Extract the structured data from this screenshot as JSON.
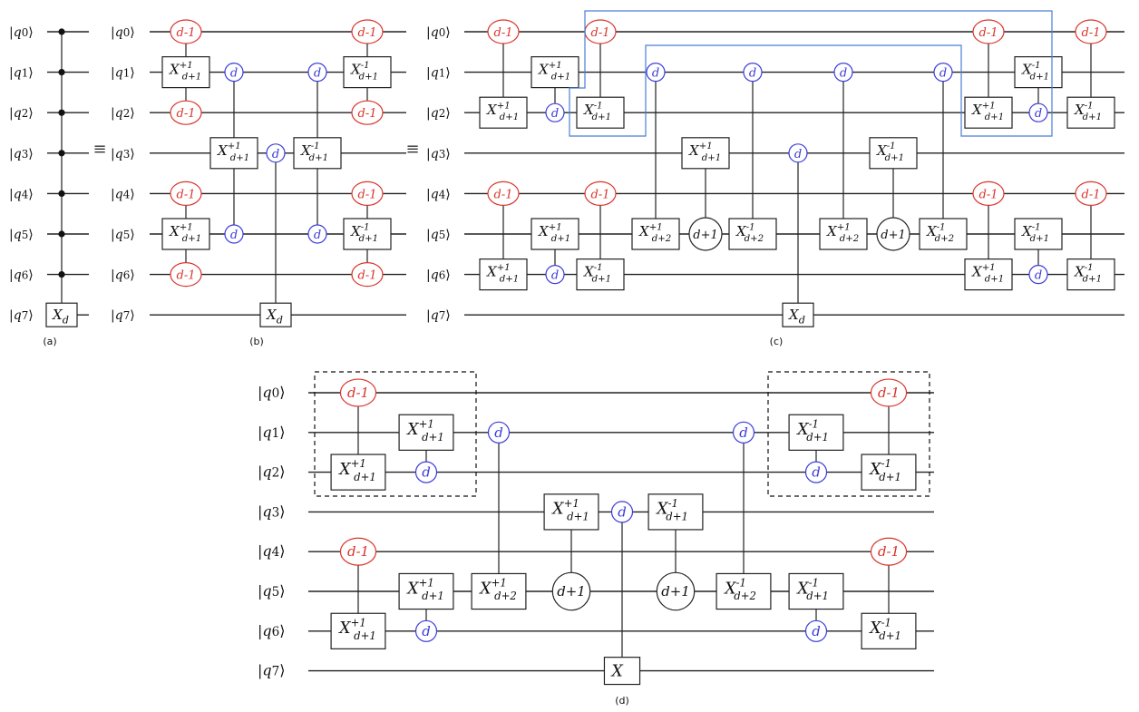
{
  "colors": {
    "red": "#d9342b",
    "blue": "#3b3bd9",
    "black": "#222222",
    "highlight": "#4a7fd4"
  },
  "equiv": "≡",
  "qubit_labels": [
    "q0",
    "q1",
    "q2",
    "q3",
    "q4",
    "q5",
    "q6",
    "q7"
  ],
  "panels": [
    {
      "id": "a",
      "caption": "(a)",
      "gates": [
        {
          "type": "dot",
          "col": 0,
          "qubits": [
            0,
            1,
            2,
            3,
            4,
            5,
            6
          ]
        },
        {
          "type": "vline",
          "col": 0,
          "from": 0,
          "to": 7
        },
        {
          "type": "box",
          "col": 0,
          "q": 7,
          "label": "X_d"
        }
      ]
    },
    {
      "id": "b",
      "caption": "(b)",
      "gates": [
        {
          "type": "red",
          "col": 0,
          "q": 0,
          "label": "d-1"
        },
        {
          "type": "box",
          "col": 0,
          "q": 1,
          "label": "X^{+1}_{d+1}"
        },
        {
          "type": "red",
          "col": 0,
          "q": 2,
          "label": "d-1"
        },
        {
          "type": "vline",
          "col": 0,
          "from": 0,
          "to": 2
        },
        {
          "type": "red",
          "col": 0,
          "q": 4,
          "label": "d-1"
        },
        {
          "type": "box",
          "col": 0,
          "q": 5,
          "label": "X^{+1}_{d+1}"
        },
        {
          "type": "red",
          "col": 0,
          "q": 6,
          "label": "d-1"
        },
        {
          "type": "vline",
          "col": 0,
          "from": 4,
          "to": 6
        },
        {
          "type": "blue",
          "col": 1,
          "q": 1,
          "label": "d"
        },
        {
          "type": "blue",
          "col": 1,
          "q": 5,
          "label": "d"
        },
        {
          "type": "vline",
          "col": 1,
          "from": 1,
          "to": 5
        },
        {
          "type": "box",
          "col": 1.7,
          "q": 3,
          "label": "X^{+1}_{d+1}"
        },
        {
          "type": "blue",
          "col": 2.5,
          "q": 3,
          "label": "d"
        },
        {
          "type": "box",
          "col": 2.5,
          "q": 7,
          "label": "X_d"
        },
        {
          "type": "vline",
          "col": 2.5,
          "from": 3,
          "to": 7
        },
        {
          "type": "box",
          "col": 3.3,
          "q": 3,
          "label": "X^{-1}_{d+1}"
        },
        {
          "type": "blue",
          "col": 4,
          "q": 1,
          "label": "d"
        },
        {
          "type": "blue",
          "col": 4,
          "q": 5,
          "label": "d"
        },
        {
          "type": "vline",
          "col": 4,
          "from": 1,
          "to": 5
        },
        {
          "type": "red",
          "col": 5,
          "q": 0,
          "label": "d-1"
        },
        {
          "type": "box",
          "col": 5,
          "q": 1,
          "label": "X^{-1}_{d+1}"
        },
        {
          "type": "red",
          "col": 5,
          "q": 2,
          "label": "d-1"
        },
        {
          "type": "vline",
          "col": 5,
          "from": 0,
          "to": 2
        },
        {
          "type": "red",
          "col": 5,
          "q": 4,
          "label": "d-1"
        },
        {
          "type": "box",
          "col": 5,
          "q": 5,
          "label": "X^{-1}_{d+1}"
        },
        {
          "type": "red",
          "col": 5,
          "q": 6,
          "label": "d-1"
        },
        {
          "type": "vline",
          "col": 5,
          "from": 4,
          "to": 6
        }
      ]
    },
    {
      "id": "c",
      "caption": "(c)",
      "gates": [
        {
          "type": "red",
          "col": 0,
          "q": 0,
          "label": "d-1"
        },
        {
          "type": "box",
          "col": 0,
          "q": 2,
          "label": "X^{+1}_{d+1}"
        },
        {
          "type": "vline",
          "col": 0,
          "from": 0,
          "to": 2
        },
        {
          "type": "red",
          "col": 0,
          "q": 4,
          "label": "d-1"
        },
        {
          "type": "box",
          "col": 0,
          "q": 6,
          "label": "X^{+1}_{d+1}"
        },
        {
          "type": "vline",
          "col": 0,
          "from": 4,
          "to": 6
        },
        {
          "type": "box",
          "col": 1,
          "q": 1,
          "label": "X^{+1}_{d+1}"
        },
        {
          "type": "blue",
          "col": 1,
          "q": 2,
          "label": "d"
        },
        {
          "type": "vline",
          "col": 1,
          "from": 1,
          "to": 2
        },
        {
          "type": "box",
          "col": 1,
          "q": 5,
          "label": "X^{+1}_{d+1}"
        },
        {
          "type": "blue",
          "col": 1,
          "q": 6,
          "label": "d"
        },
        {
          "type": "vline",
          "col": 1,
          "from": 5,
          "to": 6
        },
        {
          "type": "red",
          "col": 2,
          "q": 0,
          "label": "d-1"
        },
        {
          "type": "box",
          "col": 2,
          "q": 2,
          "label": "X^{-1}_{d+1}"
        },
        {
          "type": "vline",
          "col": 2,
          "from": 0,
          "to": 2
        },
        {
          "type": "red",
          "col": 2,
          "q": 4,
          "label": "d-1"
        },
        {
          "type": "box",
          "col": 2,
          "q": 6,
          "label": "X^{-1}_{d+1}"
        },
        {
          "type": "vline",
          "col": 2,
          "from": 4,
          "to": 6
        },
        {
          "type": "blue",
          "col": 3,
          "q": 1,
          "label": "d"
        },
        {
          "type": "box",
          "col": 3,
          "q": 5,
          "label": "X^{+1}_{d+2}"
        },
        {
          "type": "vline",
          "col": 3,
          "from": 1,
          "to": 5
        },
        {
          "type": "box",
          "col": 4,
          "q": 3,
          "label": "X^{+1}_{d+1}"
        },
        {
          "type": "blk",
          "col": 4,
          "q": 5,
          "label": "d+1"
        },
        {
          "type": "vline",
          "col": 4,
          "from": 3,
          "to": 5
        },
        {
          "type": "blue",
          "col": 5,
          "q": 1,
          "label": "d"
        },
        {
          "type": "box",
          "col": 5,
          "q": 5,
          "label": "X^{-1}_{d+2}"
        },
        {
          "type": "vline",
          "col": 5,
          "from": 1,
          "to": 5
        },
        {
          "type": "blue",
          "col": 6,
          "q": 3,
          "label": "d"
        },
        {
          "type": "box",
          "col": 6,
          "q": 7,
          "label": "X_d"
        },
        {
          "type": "vline",
          "col": 6,
          "from": 3,
          "to": 7
        },
        {
          "type": "blue",
          "col": 7,
          "q": 1,
          "label": "d"
        },
        {
          "type": "box",
          "col": 7,
          "q": 5,
          "label": "X^{+1}_{d+2}"
        },
        {
          "type": "vline",
          "col": 7,
          "from": 1,
          "to": 5
        },
        {
          "type": "box",
          "col": 8,
          "q": 3,
          "label": "X^{-1}_{d+1}"
        },
        {
          "type": "blk",
          "col": 8,
          "q": 5,
          "label": "d+1"
        },
        {
          "type": "vline",
          "col": 8,
          "from": 3,
          "to": 5
        },
        {
          "type": "blue",
          "col": 9,
          "q": 1,
          "label": "d"
        },
        {
          "type": "box",
          "col": 9,
          "q": 5,
          "label": "X^{-1}_{d+2}"
        },
        {
          "type": "vline",
          "col": 9,
          "from": 1,
          "to": 5
        },
        {
          "type": "red",
          "col": 10,
          "q": 0,
          "label": "d-1"
        },
        {
          "type": "box",
          "col": 10,
          "q": 2,
          "label": "X^{+1}_{d+1}"
        },
        {
          "type": "vline",
          "col": 10,
          "from": 0,
          "to": 2
        },
        {
          "type": "red",
          "col": 10,
          "q": 4,
          "label": "d-1"
        },
        {
          "type": "box",
          "col": 10,
          "q": 6,
          "label": "X^{+1}_{d+1}"
        },
        {
          "type": "vline",
          "col": 10,
          "from": 4,
          "to": 6
        },
        {
          "type": "box",
          "col": 11,
          "q": 1,
          "label": "X^{-1}_{d+1}"
        },
        {
          "type": "blue",
          "col": 11,
          "q": 2,
          "label": "d"
        },
        {
          "type": "vline",
          "col": 11,
          "from": 1,
          "to": 2
        },
        {
          "type": "box",
          "col": 11,
          "q": 5,
          "label": "X^{-1}_{d+1}"
        },
        {
          "type": "blue",
          "col": 11,
          "q": 6,
          "label": "d"
        },
        {
          "type": "vline",
          "col": 11,
          "from": 5,
          "to": 6
        },
        {
          "type": "red",
          "col": 12,
          "q": 0,
          "label": "d-1"
        },
        {
          "type": "box",
          "col": 12,
          "q": 2,
          "label": "X^{-1}_{d+1}"
        },
        {
          "type": "vline",
          "col": 12,
          "from": 0,
          "to": 2
        },
        {
          "type": "red",
          "col": 12,
          "q": 4,
          "label": "d-1"
        },
        {
          "type": "box",
          "col": 12,
          "q": 6,
          "label": "X^{-1}_{d+1}"
        },
        {
          "type": "vline",
          "col": 12,
          "from": 4,
          "to": 6
        }
      ]
    },
    {
      "id": "d",
      "caption": "(d)",
      "gates": [
        {
          "type": "red",
          "col": 0,
          "q": 0,
          "label": "d-1"
        },
        {
          "type": "box",
          "col": 0,
          "q": 2,
          "label": "X^{+1}_{d+1}"
        },
        {
          "type": "vline",
          "col": 0,
          "from": 0,
          "to": 2
        },
        {
          "type": "box",
          "col": 1,
          "q": 1,
          "label": "X^{+1}_{d+1}"
        },
        {
          "type": "blue",
          "col": 1,
          "q": 2,
          "label": "d"
        },
        {
          "type": "vline",
          "col": 1,
          "from": 1,
          "to": 2
        },
        {
          "type": "red",
          "col": 0,
          "q": 4,
          "label": "d-1"
        },
        {
          "type": "box",
          "col": 0,
          "q": 6,
          "label": "X^{+1}_{d+1}"
        },
        {
          "type": "vline",
          "col": 0,
          "from": 4,
          "to": 6
        },
        {
          "type": "box",
          "col": 1,
          "q": 5,
          "label": "X^{+1}_{d+1}"
        },
        {
          "type": "blue",
          "col": 1,
          "q": 6,
          "label": "d"
        },
        {
          "type": "vline",
          "col": 1,
          "from": 5,
          "to": 6
        },
        {
          "type": "blue",
          "col": 2,
          "q": 1,
          "label": "d"
        },
        {
          "type": "box",
          "col": 2,
          "q": 5,
          "label": "X^{+1}_{d+2}"
        },
        {
          "type": "vline",
          "col": 2,
          "from": 1,
          "to": 5
        },
        {
          "type": "box",
          "col": 3,
          "q": 3,
          "label": "X^{+1}_{d+1}"
        },
        {
          "type": "blk",
          "col": 3,
          "q": 5,
          "label": "d+1"
        },
        {
          "type": "vline",
          "col": 3,
          "from": 3,
          "to": 5
        },
        {
          "type": "blue",
          "col": 4,
          "q": 3,
          "label": "d"
        },
        {
          "type": "box",
          "col": 4,
          "q": 7,
          "label": "X"
        },
        {
          "type": "vline",
          "col": 4,
          "from": 3,
          "to": 7
        },
        {
          "type": "box",
          "col": 5,
          "q": 3,
          "label": "X^{-1}_{d+1}"
        },
        {
          "type": "blk",
          "col": 5,
          "q": 5,
          "label": "d+1"
        },
        {
          "type": "vline",
          "col": 5,
          "from": 3,
          "to": 5
        },
        {
          "type": "blue",
          "col": 6,
          "q": 1,
          "label": "d"
        },
        {
          "type": "box",
          "col": 6,
          "q": 5,
          "label": "X^{-1}_{d+2}"
        },
        {
          "type": "vline",
          "col": 6,
          "from": 1,
          "to": 5
        },
        {
          "type": "box",
          "col": 7,
          "q": 1,
          "label": "X^{-1}_{d+1}"
        },
        {
          "type": "blue",
          "col": 7,
          "q": 2,
          "label": "d"
        },
        {
          "type": "vline",
          "col": 7,
          "from": 1,
          "to": 2
        },
        {
          "type": "box",
          "col": 7,
          "q": 5,
          "label": "X^{-1}_{d+1}"
        },
        {
          "type": "blue",
          "col": 7,
          "q": 6,
          "label": "d"
        },
        {
          "type": "vline",
          "col": 7,
          "from": 5,
          "to": 6
        },
        {
          "type": "red",
          "col": 8,
          "q": 0,
          "label": "d-1"
        },
        {
          "type": "box",
          "col": 8,
          "q": 2,
          "label": "X^{-1}_{d+1}"
        },
        {
          "type": "vline",
          "col": 8,
          "from": 0,
          "to": 2
        },
        {
          "type": "red",
          "col": 8,
          "q": 4,
          "label": "d-1"
        },
        {
          "type": "box",
          "col": 8,
          "q": 6,
          "label": "X^{-1}_{d+1}"
        },
        {
          "type": "vline",
          "col": 8,
          "from": 4,
          "to": 6
        }
      ]
    }
  ]
}
